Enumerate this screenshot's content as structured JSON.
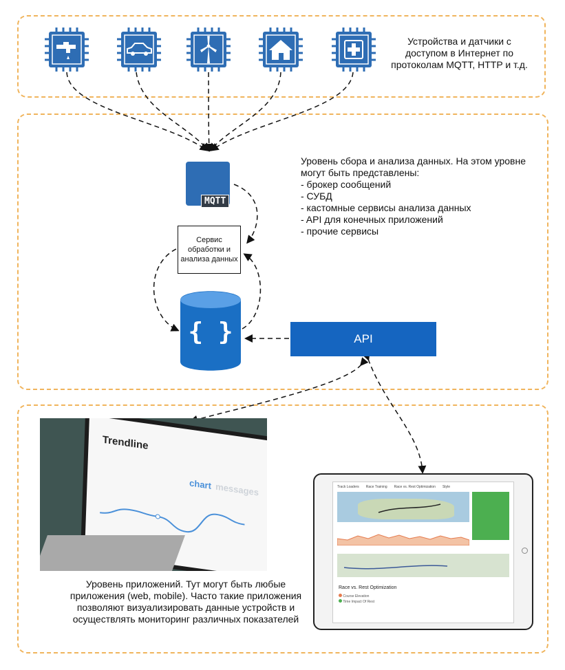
{
  "devices_layer": {
    "caption_lines": [
      "Устройства и датчики с",
      "доступом в Интернет по",
      "протоколам MQTT, HTTP и т.д."
    ],
    "icons": [
      "water-tap-icon",
      "car-icon",
      "wind-turbine-icon",
      "house-icon",
      "medical-cross-icon"
    ]
  },
  "data_layer": {
    "caption_lines": [
      "Уровень сбора и анализа данных. На этом уровне",
      "могут быть представлены:",
      "- брокер сообщений",
      "- СУБД",
      "- кастомные сервисы анализа данных",
      "- API для конечных приложений",
      "- прочие сервисы"
    ],
    "mqtt_label": "MQTT",
    "service_lines": [
      "Сервис",
      "обработки и",
      "анализа данных"
    ],
    "db_symbol": "{ }",
    "api_label": "API"
  },
  "apps_layer": {
    "caption_lines": [
      "Уровень приложений. Тут могут быть любые",
      "приложения (web, mobile). Часто такие приложения",
      "позволяют визуализировать данные устройств и",
      "осуществлять мониторинг различных показателей"
    ],
    "laptop_screen": {
      "title": "Trendline",
      "tab_active": "chart",
      "tab_inactive": "messages",
      "trend_values": [
        0.55,
        0.38,
        0.45,
        0.72,
        0.2,
        0.35
      ]
    },
    "tablet_screen": {
      "tabs": [
        "Track Loaders",
        "Race Training",
        "Race vs. Rest Optimization",
        "Style"
      ],
      "section_title": "Race vs. Rest Optimization",
      "legend": [
        "Course Elevation",
        "Time Impact Of Rest"
      ]
    }
  },
  "colors": {
    "layer_border": "#f0b45c",
    "chip_blue": "#2e6db4",
    "api_blue": "#1565c0",
    "db_blue": "#1a6fc4"
  }
}
